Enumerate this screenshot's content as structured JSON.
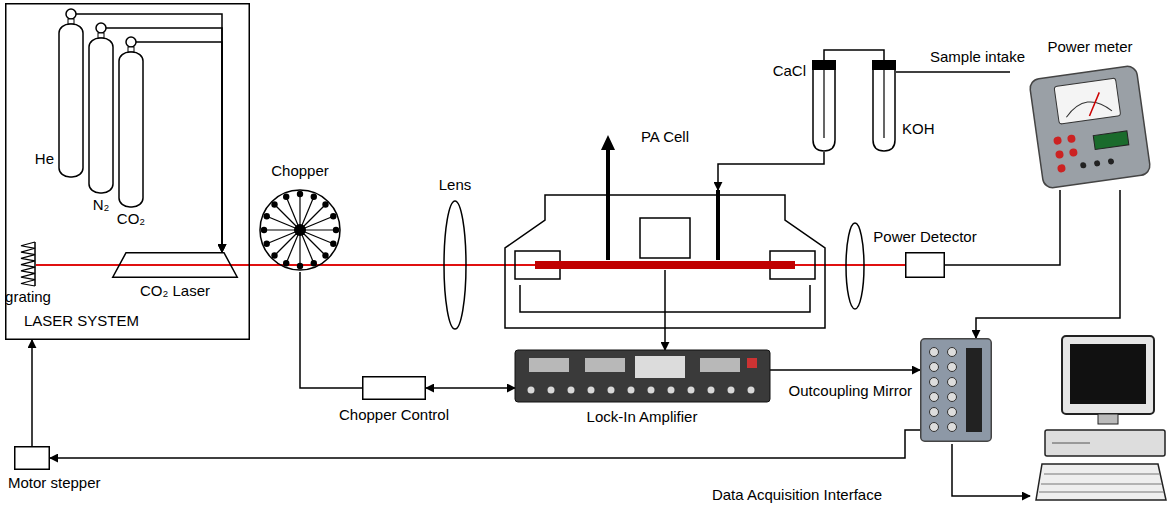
{
  "diagram": {
    "nodes": [
      {
        "text": [
          "LASER SYSTEM"
        ]
      },
      {
        "text": [
          "He"
        ],
        "in": 0
      },
      {
        "text": [
          "N₂"
        ],
        "in": 0
      },
      {
        "text": [
          "CO₂"
        ],
        "in": 0
      },
      {
        "text": [
          "grating"
        ],
        "in": 0
      },
      {
        "text": [
          "CO₂ Laser"
        ],
        "in": 0
      },
      {
        "text": [
          "Chopper"
        ]
      },
      {
        "text": [
          "Lens"
        ]
      },
      {
        "text": [
          "PA Cell"
        ]
      },
      {
        "text": [
          "CaCl"
        ]
      },
      {
        "text": [
          "KOH"
        ]
      },
      {
        "text": [
          "Power Detector"
        ]
      },
      {
        "text": [
          "Power meter"
        ]
      },
      {
        "text": [
          "Outcoupling Mirror"
        ]
      },
      {
        "text": [
          "Chopper Control"
        ]
      },
      {
        "text": [
          "Lock-In Amplifier"
        ]
      },
      {
        "text": [
          "Data Acquisition Interface"
        ]
      },
      {
        "text": [
          "Motor stepper"
        ]
      }
    ],
    "edges": [
      {
        "from": 1,
        "to": 5,
        "arrow": "to"
      },
      {
        "from": 2,
        "to": 5,
        "arrow": "to"
      },
      {
        "from": 3,
        "to": 5,
        "arrow": "to"
      },
      {
        "from": 6,
        "to": 14,
        "arrow": "none"
      },
      {
        "from": 14,
        "to": 15,
        "arrow": "both"
      },
      {
        "from": 8,
        "to": 15,
        "arrow": "to"
      },
      {
        "from": 10,
        "to": 9,
        "arrow": "none"
      },
      {
        "from": 9,
        "to": 8,
        "arrow": "to"
      },
      {
        "from": 11,
        "to": 12,
        "arrow": "none"
      },
      {
        "from": 12,
        "to": 16,
        "arrow": "to"
      },
      {
        "from": 15,
        "to": 16,
        "arrow": "to"
      },
      {
        "from": 16,
        "to": 17,
        "arrow": "to"
      },
      {
        "from": 17,
        "to": 0,
        "arrow": "to"
      }
    ],
    "labels": [
      "Sample intake"
    ]
  }
}
